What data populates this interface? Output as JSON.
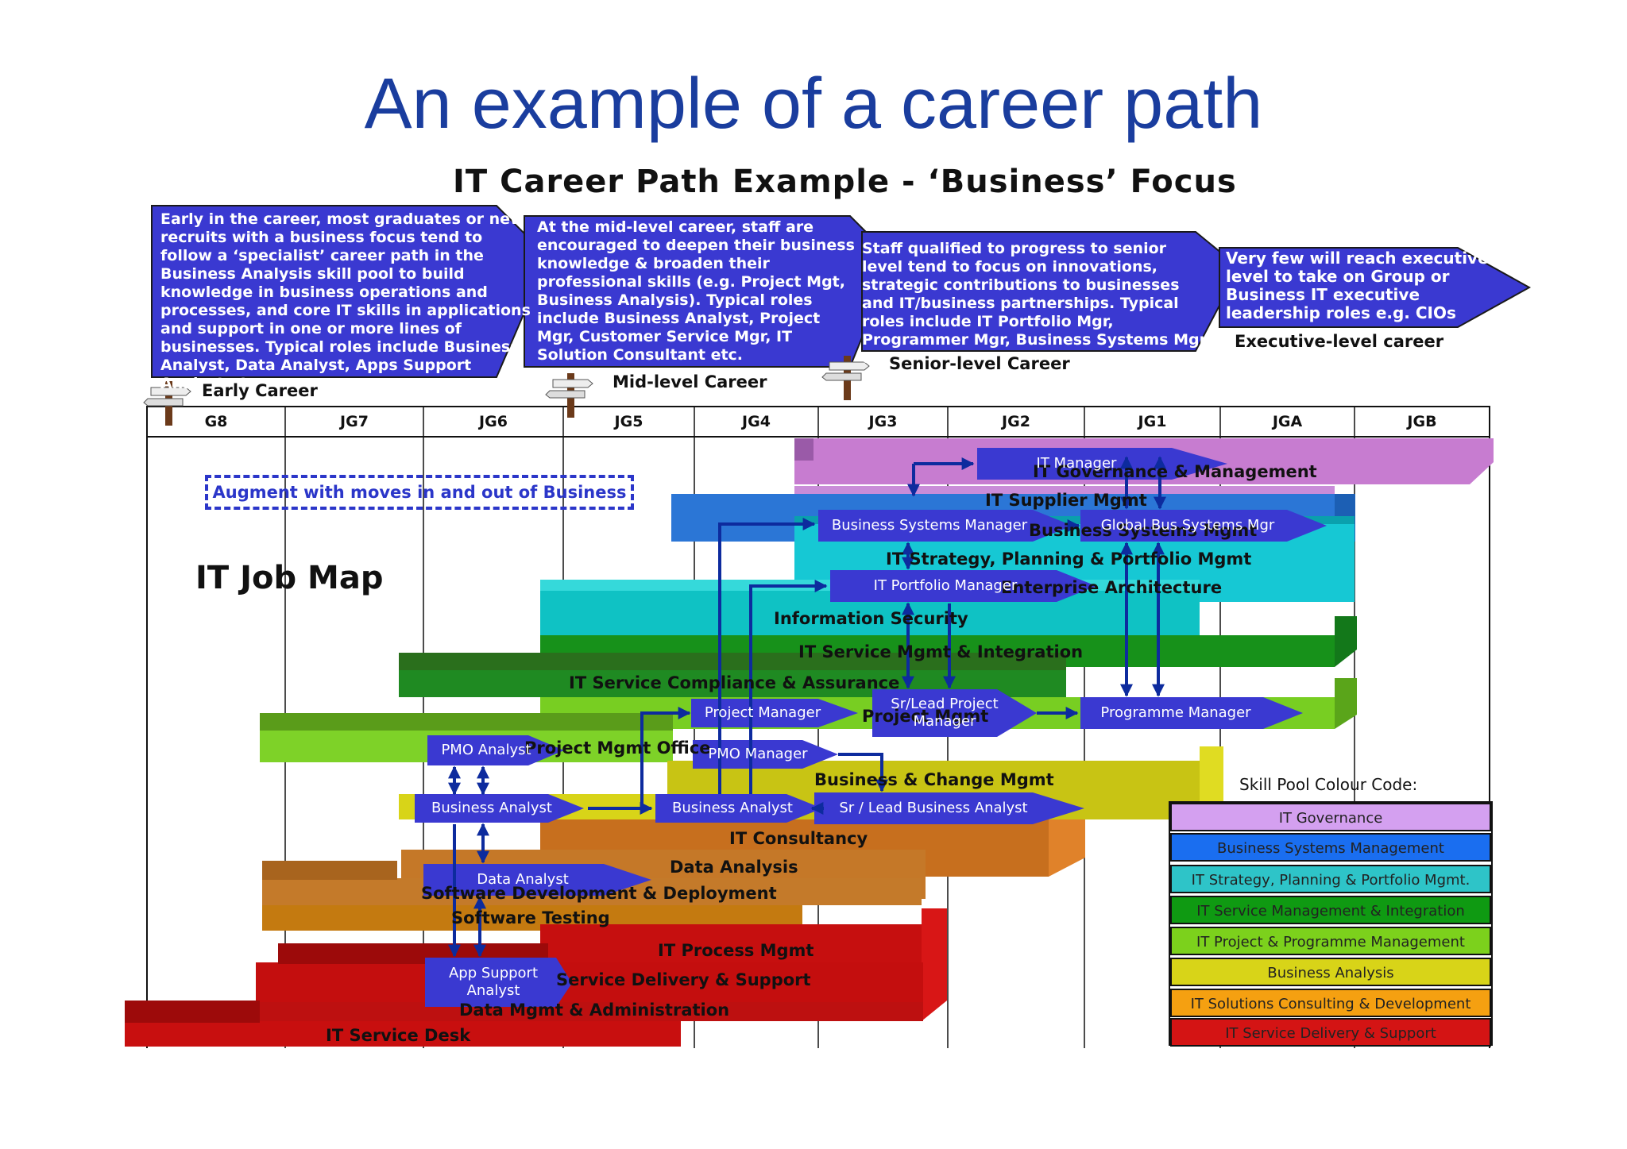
{
  "title": "An example of a career path",
  "subtitle": "IT Career Path Example - ‘Business’ Focus",
  "callouts": [
    {
      "id": "early",
      "text": "Early in the career, most graduates or new recruits with a business focus tend to follow a ‘specialist’ career path in the Business Analysis skill pool to build knowledge in business operations and processes, and core IT skills in applications and support in one or more lines of businesses. Typical roles include Business Analyst, Data Analyst, Apps Support Analyst,etc."
    },
    {
      "id": "mid",
      "text": "At the mid-level career, staff are encouraged to deepen their business knowledge & broaden their professional skills (e.g.  Project Mgt, Business Analysis). Typical roles include Business Analyst, Project Mgr, Customer Service Mgr,  IT Solution Consultant etc."
    },
    {
      "id": "senior",
      "text": "Staff qualified to progress to senior level tend to focus on innovations, strategic contributions to businesses and IT/business partnerships. Typical roles include IT Portfolio Mgr, Programmer Mgr, Business Systems Mgr etc."
    },
    {
      "id": "exec",
      "text": "Very few will reach executive level to take on Group or Business IT executive leadership roles e.g. CIOs"
    }
  ],
  "stages": [
    "Early Career",
    "Mid-level Career",
    "Senior-level Career",
    "Executive-level career"
  ],
  "grades": [
    "G8",
    "JG7",
    "JG6",
    "JG5",
    "JG4",
    "JG3",
    "JG2",
    "JG1",
    "JGA",
    "JGB"
  ],
  "job_map_label": "IT Job Map",
  "augment_label": "Augment with moves in and out of Business",
  "pools": [
    "IT Governance & Management",
    "IT Supplier Mgmt",
    "Business Systems Mgmt",
    "IT Strategy, Planning & Portfolio Mgmt",
    "Enterprise Architecture",
    "Information Security",
    "IT Service Mgmt & Integration",
    "IT Service Compliance & Assurance",
    "Project Mgmt",
    "Project Mgmt Office",
    "Business & Change Mgmt",
    "IT Consultancy",
    "Data Analysis",
    "Software Development & Deployment",
    "Software Testing",
    "IT Process Mgmt",
    "Service Delivery & Support",
    "Data Mgmt & Administration",
    "IT Service Desk"
  ],
  "roles": [
    "IT Manager",
    "Business Systems Manager",
    "Global Bus Systems Mgr",
    "IT Portfolio Manager",
    "Project Manager",
    "Sr/Lead Project\nManager",
    "Programme  Manager",
    "PMO Analyst",
    "PMO Manager",
    "Business Analyst",
    "Business Analyst",
    "Sr / Lead Business Analyst",
    "Data  Analyst",
    "App Support\nAnalyst"
  ],
  "legend": {
    "title": "Skill Pool Colour Code:",
    "items": [
      {
        "label": "IT Governance",
        "color": "#d4a0f0"
      },
      {
        "label": "Business Systems Management",
        "color": "#1a6ef0"
      },
      {
        "label": "IT Strategy, Planning & Portfolio Mgmt.",
        "color": "#2ec4c8"
      },
      {
        "label": "IT Service Management & Integration",
        "color": "#0f9a12"
      },
      {
        "label": "IT Project & Programme Management",
        "color": "#7cd11c"
      },
      {
        "label": "Business Analysis",
        "color": "#d8d418"
      },
      {
        "label": "IT Solutions Consulting & Development",
        "color": "#f5a011"
      },
      {
        "label": "IT Service Delivery & Support",
        "color": "#d41414"
      }
    ]
  }
}
